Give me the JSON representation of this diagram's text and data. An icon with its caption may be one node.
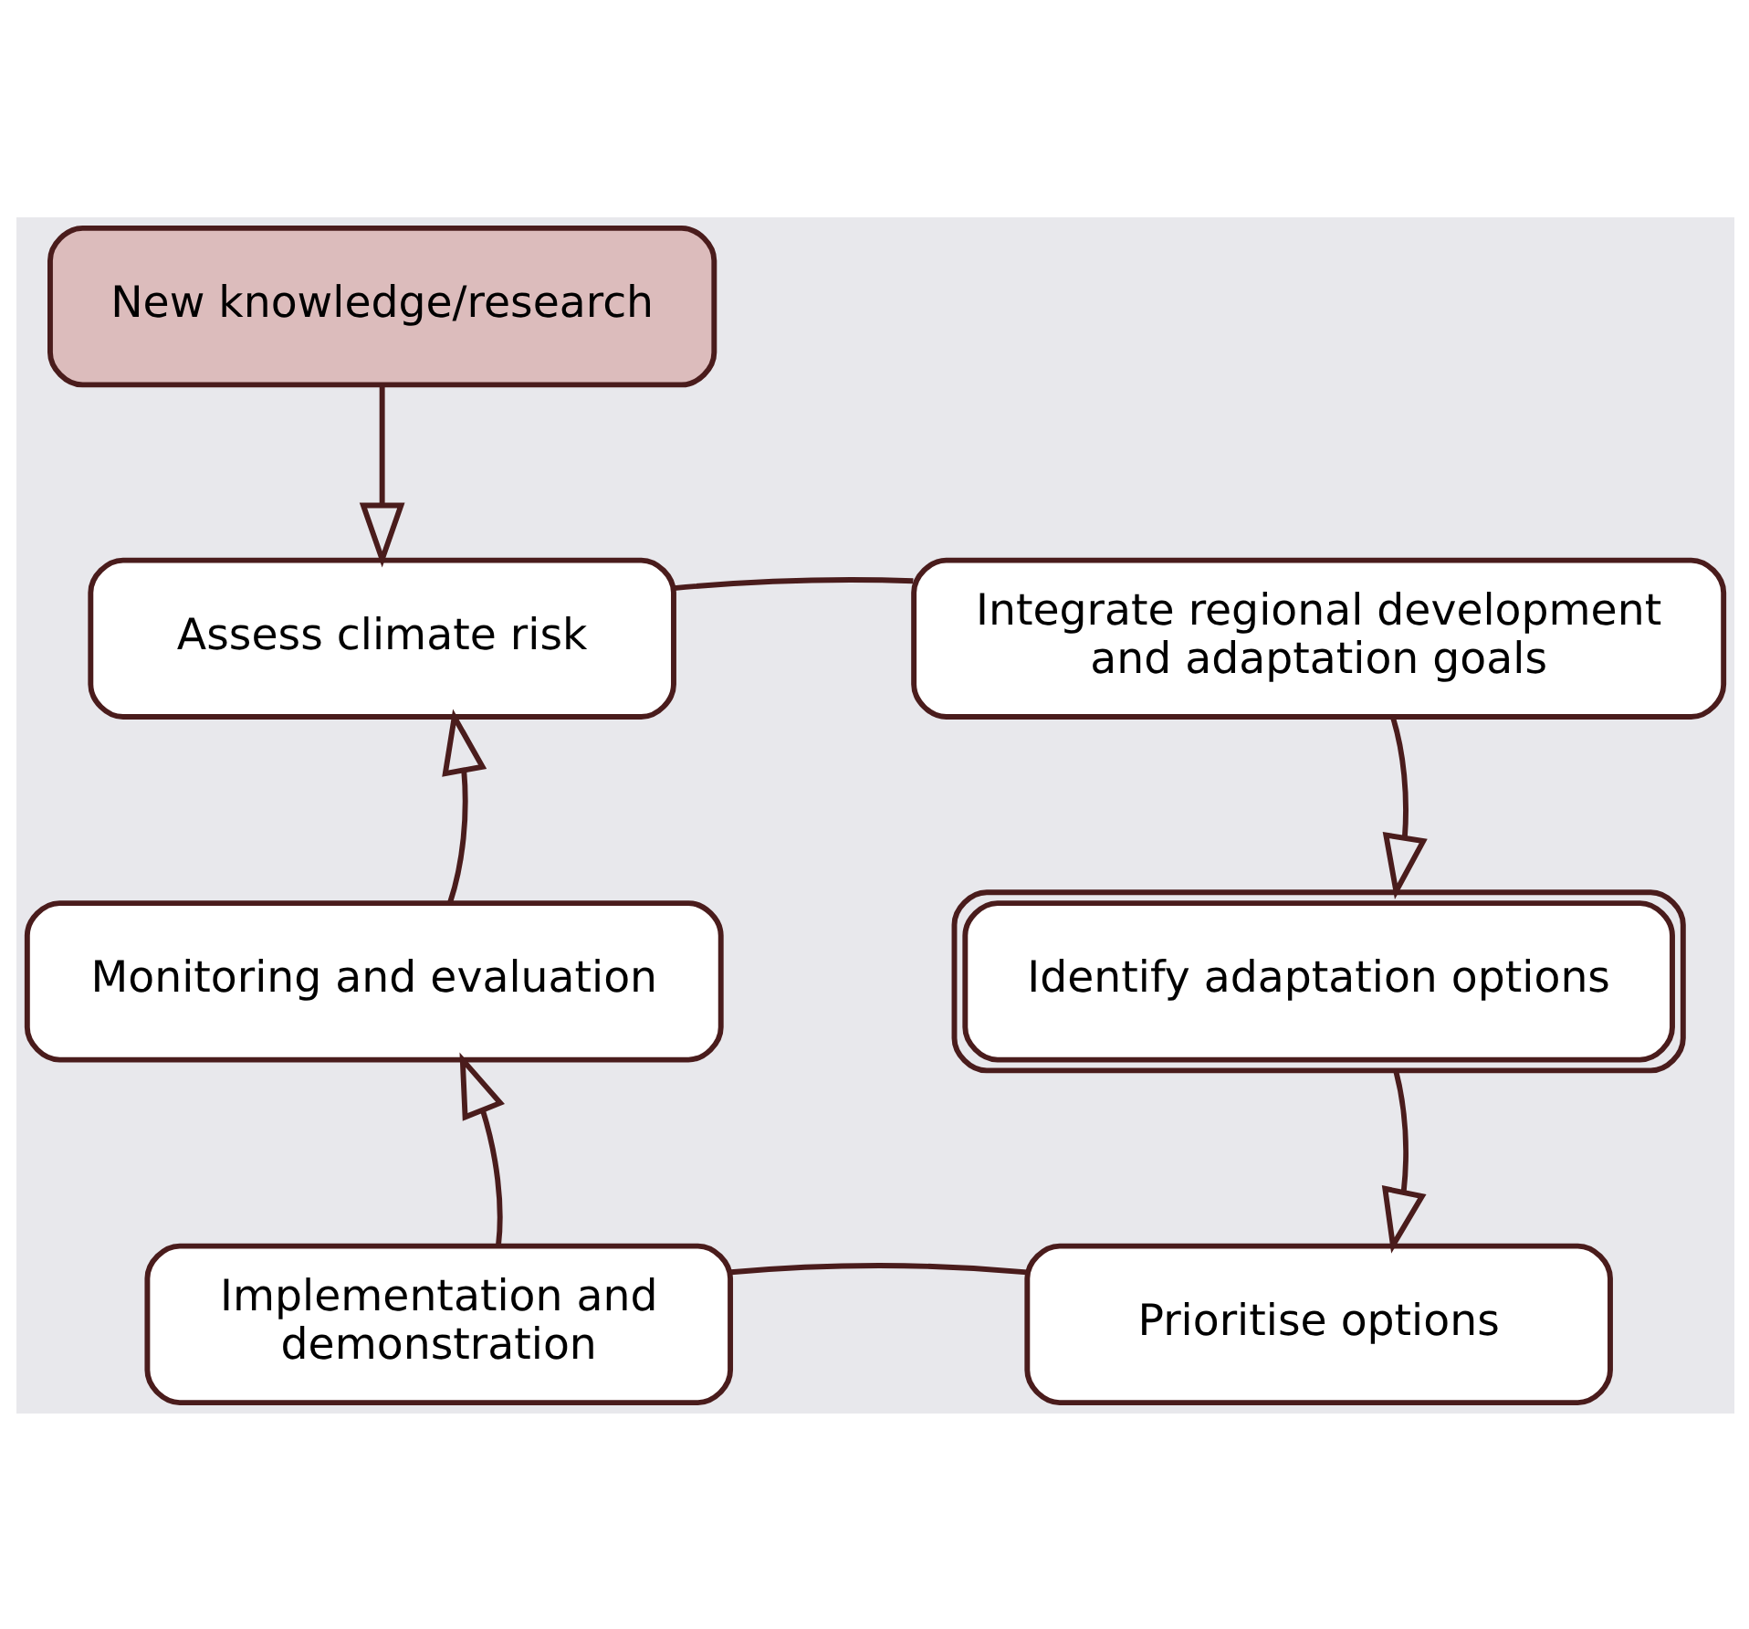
{
  "diagram": {
    "nodes": [
      {
        "text": [
          "New knowledge/research"
        ]
      },
      {
        "text": [
          "Assess climate risk"
        ]
      },
      {
        "text": [
          "Integrate regional development and adaptation goals"
        ]
      },
      {
        "text": [
          "Identify adaptation options"
        ]
      },
      {
        "text": [
          "Prioritise options"
        ]
      },
      {
        "text": [
          "Implementation and demonstration"
        ]
      },
      {
        "text": [
          "Monitoring and evaluation"
        ]
      }
    ],
    "edges": [
      {
        "from": 0,
        "to": 1,
        "arrow": "to"
      },
      {
        "from": 1,
        "to": 2,
        "arrow": "none"
      },
      {
        "from": 2,
        "to": 3,
        "arrow": "to"
      },
      {
        "from": 3,
        "to": 4,
        "arrow": "to"
      },
      {
        "from": 4,
        "to": 5,
        "arrow": "none"
      },
      {
        "from": 5,
        "to": 6,
        "arrow": "to"
      },
      {
        "from": 6,
        "to": 1,
        "arrow": "to"
      }
    ]
  }
}
